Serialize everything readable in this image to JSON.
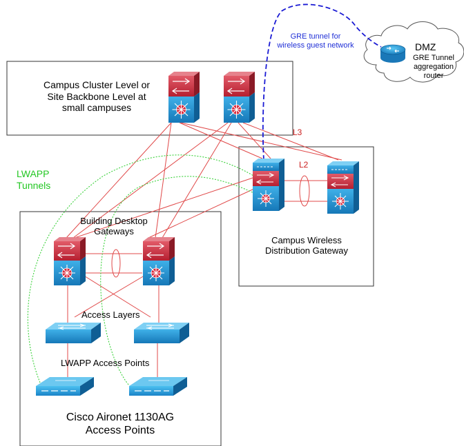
{
  "labels": {
    "campus_cluster": [
      "Campus Cluster Level or",
      "Site Backbone Level at",
      "small campuses"
    ],
    "gre_tunnel": [
      "GRE tunnel for",
      "wireless guest network"
    ],
    "dmz_title": "DMZ",
    "dmz_desc": [
      "GRE Tunnel",
      "aggregation",
      "router"
    ],
    "l3": "L3",
    "l2": "L2",
    "lwapp_tunnels": [
      "LWAPP",
      "Tunnels"
    ],
    "building_gateways": [
      "Building Desktop",
      "Gateways"
    ],
    "wireless_gateway": [
      "Campus Wireless",
      "Distribution Gateway"
    ],
    "access_layers": "Access Layers",
    "lwapp_aps": "LWAPP Access Points",
    "aironet": [
      "Cisco Aironet 1130AG",
      "Access Points"
    ]
  },
  "colors": {
    "link_red": "#e04848",
    "tunnel_green": "#3ad13a",
    "gre_blue": "#1a1ad4",
    "device_red": "#c8283a",
    "device_blue": "#1f8fd0"
  },
  "icons": {
    "core_switch": "layer3-switch-icon",
    "access_switch": "workgroup-switch-icon",
    "access_point": "access-point-icon",
    "router": "router-icon",
    "cloud": "cloud-icon"
  }
}
